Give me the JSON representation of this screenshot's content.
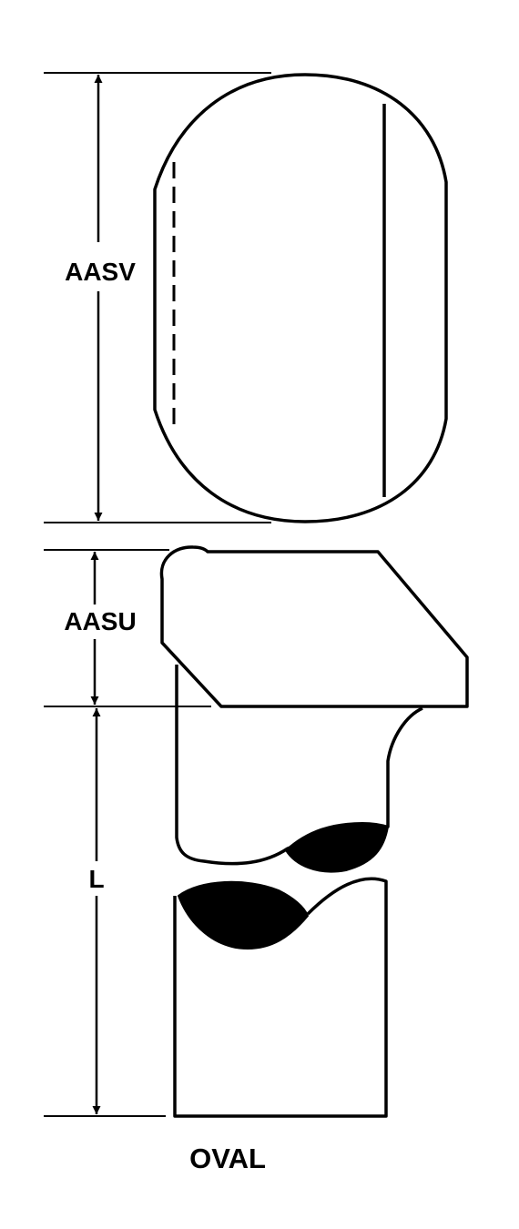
{
  "labels": {
    "top_height": "AASV",
    "head_height": "AASU",
    "shank_length": "L",
    "shape_name": "OVAL"
  },
  "colors": {
    "ink": "#000000",
    "paper": "#ffffff"
  }
}
